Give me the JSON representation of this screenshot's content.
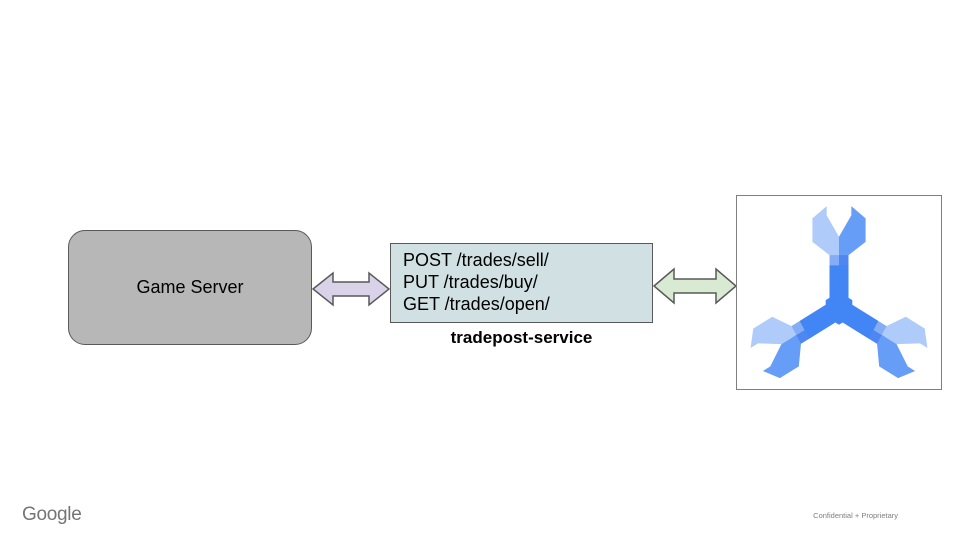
{
  "slide": {
    "background": "#ffffff",
    "footer": {
      "brand": "Google",
      "brand_color": "#757575",
      "confidentiality": "Confidential + Proprietary",
      "confidentiality_color": "#7f7f7f"
    }
  },
  "diagram": {
    "game_server": {
      "label": "Game Server",
      "fill": "#b7b7b7",
      "border": "#595959"
    },
    "left_arrow": {
      "fill": "#d9d2e9",
      "stroke": "#595959"
    },
    "service_box": {
      "lines": [
        "POST /trades/sell/",
        "PUT /trades/buy/",
        "GET /trades/open/"
      ],
      "fill": "#d0e0e3",
      "border": "#595959"
    },
    "service_label": "tradepost-service",
    "right_arrow": {
      "fill": "#d9ead3",
      "stroke": "#595959"
    },
    "logo_panel": {
      "border": "#7f7f7f",
      "icon": "cloud-spanner-icon",
      "colors": {
        "light": "#aecbfa",
        "medium": "#669df6",
        "shaft_light": "#85adf5",
        "shaft_medium": "#4e87f1",
        "dark": "#4285f4"
      }
    }
  }
}
